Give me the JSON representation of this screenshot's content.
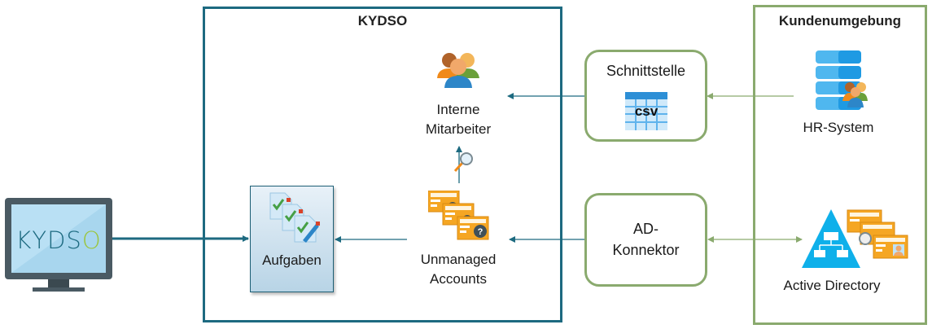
{
  "diagram": {
    "client": {
      "screen_label_main": "KYDS",
      "screen_label_accent": "O",
      "accent_color": "#9bc53d",
      "text_color": "#1d6a80"
    },
    "kydso_group": {
      "title": "KYDSO",
      "border_color": "#1d6a80"
    },
    "customer_group": {
      "title": "Kundenumgebung",
      "border_color": "#8aaa6e"
    },
    "nodes": {
      "aufgaben": {
        "label": "Aufgaben",
        "icon": "task-list-icon"
      },
      "interne_mitarbeiter": {
        "label_line1": "Interne",
        "label_line2": "Mitarbeiter",
        "icon": "user-group-icon"
      },
      "unmanaged_accounts": {
        "label_line1": "Unmanaged",
        "label_line2": "Accounts",
        "icon": "unknown-account-cards-icon"
      },
      "schnittstelle": {
        "label": "Schnittstelle",
        "icon_text": "csv",
        "icon": "csv-table-icon"
      },
      "ad_konnektor": {
        "label_line1": "AD-",
        "label_line2": "Konnektor"
      },
      "hr_system": {
        "label": "HR-System",
        "icon": "database-users-icon"
      },
      "active_directory": {
        "label": "Active Directory",
        "icon": "active-directory-icon"
      }
    },
    "edges": [
      {
        "from": "client",
        "to": "aufgaben"
      },
      {
        "from": "unmanaged_accounts",
        "to": "aufgaben"
      },
      {
        "from": "unmanaged_accounts",
        "to": "interne_mitarbeiter",
        "icon": "magnifier-icon"
      },
      {
        "from": "schnittstelle",
        "to": "interne_mitarbeiter"
      },
      {
        "from": "ad_konnektor",
        "to": "unmanaged_accounts"
      },
      {
        "from": "hr_system",
        "to": "schnittstelle"
      },
      {
        "from": "ad_konnektor",
        "to": "active_directory",
        "bidirectional": true
      }
    ]
  }
}
